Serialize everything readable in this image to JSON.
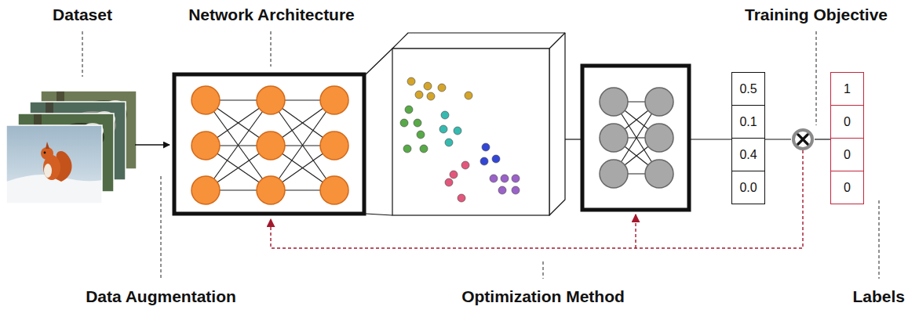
{
  "diagram": {
    "nodes": [
      {
        "text": [
          "0.5"
        ]
      },
      {
        "text": [
          "0.1"
        ]
      },
      {
        "text": [
          "0.4"
        ]
      },
      {
        "text": [
          "0.0"
        ]
      },
      {
        "text": [
          "1"
        ]
      },
      {
        "text": [
          "0"
        ]
      },
      {
        "text": [
          "0"
        ]
      },
      {
        "text": [
          "0"
        ]
      }
    ],
    "labels": [
      "Dataset",
      "Network Architecture",
      "Training Objective",
      "Data Augmentation",
      "Optimization Method",
      "Labels"
    ]
  }
}
